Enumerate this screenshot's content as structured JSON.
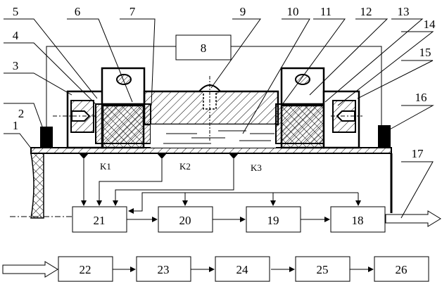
{
  "labels": {
    "l1": "1",
    "l2": "2",
    "l3": "3",
    "l4": "4",
    "l5": "5",
    "l6": "6",
    "l7": "7",
    "l8": "8",
    "l9": "9",
    "l10": "10",
    "l11": "11",
    "l12": "12",
    "l13": "13",
    "l14": "14",
    "l15": "15",
    "l16": "16",
    "l17": "17"
  },
  "sensors": {
    "k1": "K1",
    "k2": "K2",
    "k3": "K3"
  },
  "blocks": {
    "b18": "18",
    "b19": "19",
    "b20": "20",
    "b21": "21",
    "b22": "22",
    "b23": "23",
    "b24": "24",
    "b25": "25",
    "b26": "26"
  }
}
